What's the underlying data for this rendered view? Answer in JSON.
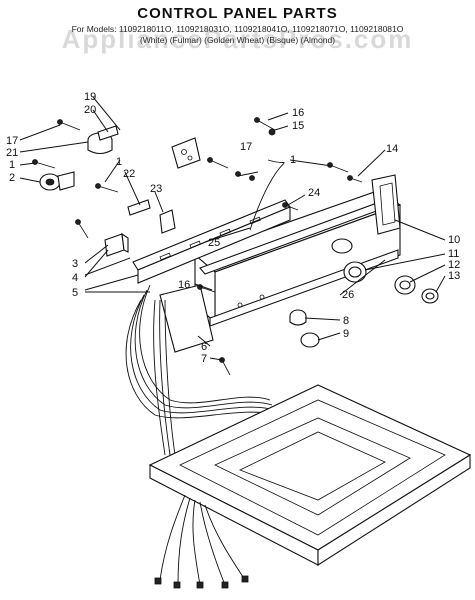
{
  "title": "CONTROL PANEL PARTS",
  "models_line": "For Models: 1109218011O, 1109218031O, 1109218041O, 1109218071O, 1109218081O",
  "variants_line": "(White)   (Fulmar)   (Golden Wheat)   (Bisque)   (Almond)",
  "watermark": "AppliancePartsPros.com",
  "callouts": {
    "c1a": "1",
    "c1b": "1",
    "c1c": "1",
    "c2": "2",
    "c3": "3",
    "c4": "4",
    "c5": "5",
    "c6": "6",
    "c7": "7",
    "c8": "8",
    "c9": "9",
    "c10": "10",
    "c11": "11",
    "c12": "12",
    "c13": "13",
    "c14": "14",
    "c15": "15",
    "c16a": "16",
    "c16b": "16",
    "c17a": "17",
    "c17b": "17",
    "c19": "19",
    "c20": "20",
    "c21": "21",
    "c22": "22",
    "c23": "23",
    "c24": "24",
    "c25": "25",
    "c26": "26"
  }
}
